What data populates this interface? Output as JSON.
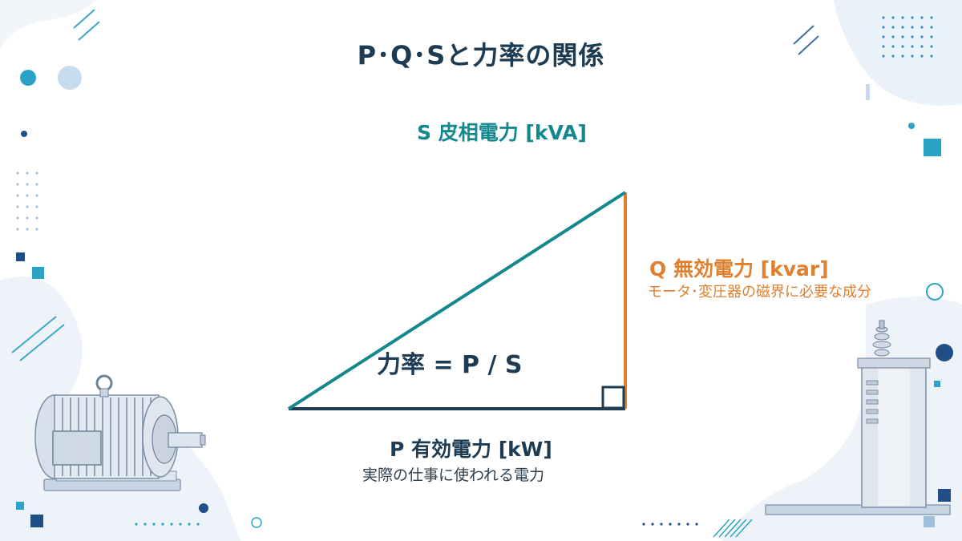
{
  "title": "P･Q･Sと力率の関係",
  "apparent_power": {
    "label": "S 皮相電力  [kVA]"
  },
  "reactive_power": {
    "label": "Q 無効電力  [kvar]",
    "note": "モータ･変圧器の磁界に必要な成分"
  },
  "active_power": {
    "label": "P 有効電力  [kW]",
    "note": "実際の仕事に使われる電力"
  },
  "power_factor": {
    "formula": "力率  = P / S"
  },
  "colors": {
    "title": "#1d3b52",
    "apparent": "#13888e",
    "reactive": "#e0802e",
    "active": "#1d3b52"
  },
  "icons": [
    "motor-illustration",
    "transformer-illustration"
  ]
}
